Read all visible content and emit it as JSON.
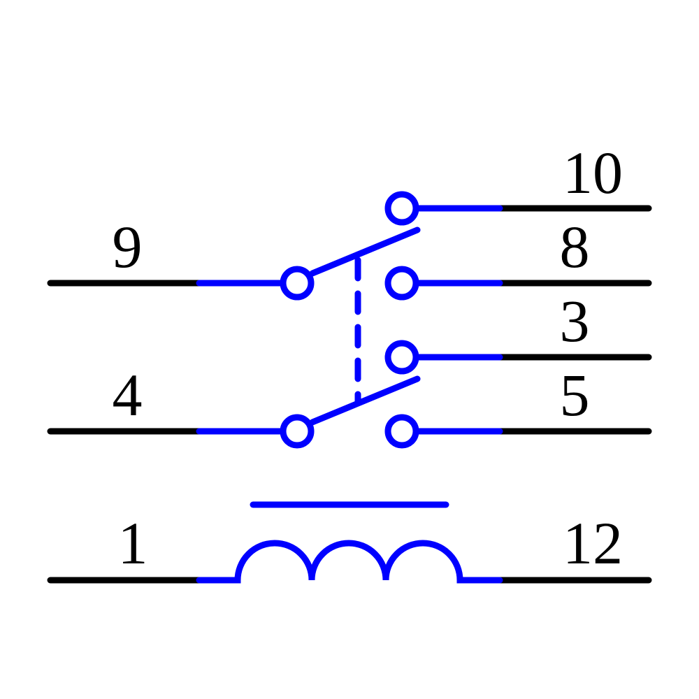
{
  "colors": {
    "lead": "#000000",
    "symbol": "#0000ff",
    "background": "#ffffff"
  },
  "pins": {
    "common_upper": "9",
    "common_lower": "4",
    "upper_throw_top": "10",
    "upper_throw_bottom": "8",
    "lower_throw_top": "3",
    "lower_throw_bottom": "5",
    "coil_left": "1",
    "coil_right": "12"
  },
  "icons": {
    "coil": "inductor-coil-icon",
    "contact": "contact-terminal-icon"
  }
}
